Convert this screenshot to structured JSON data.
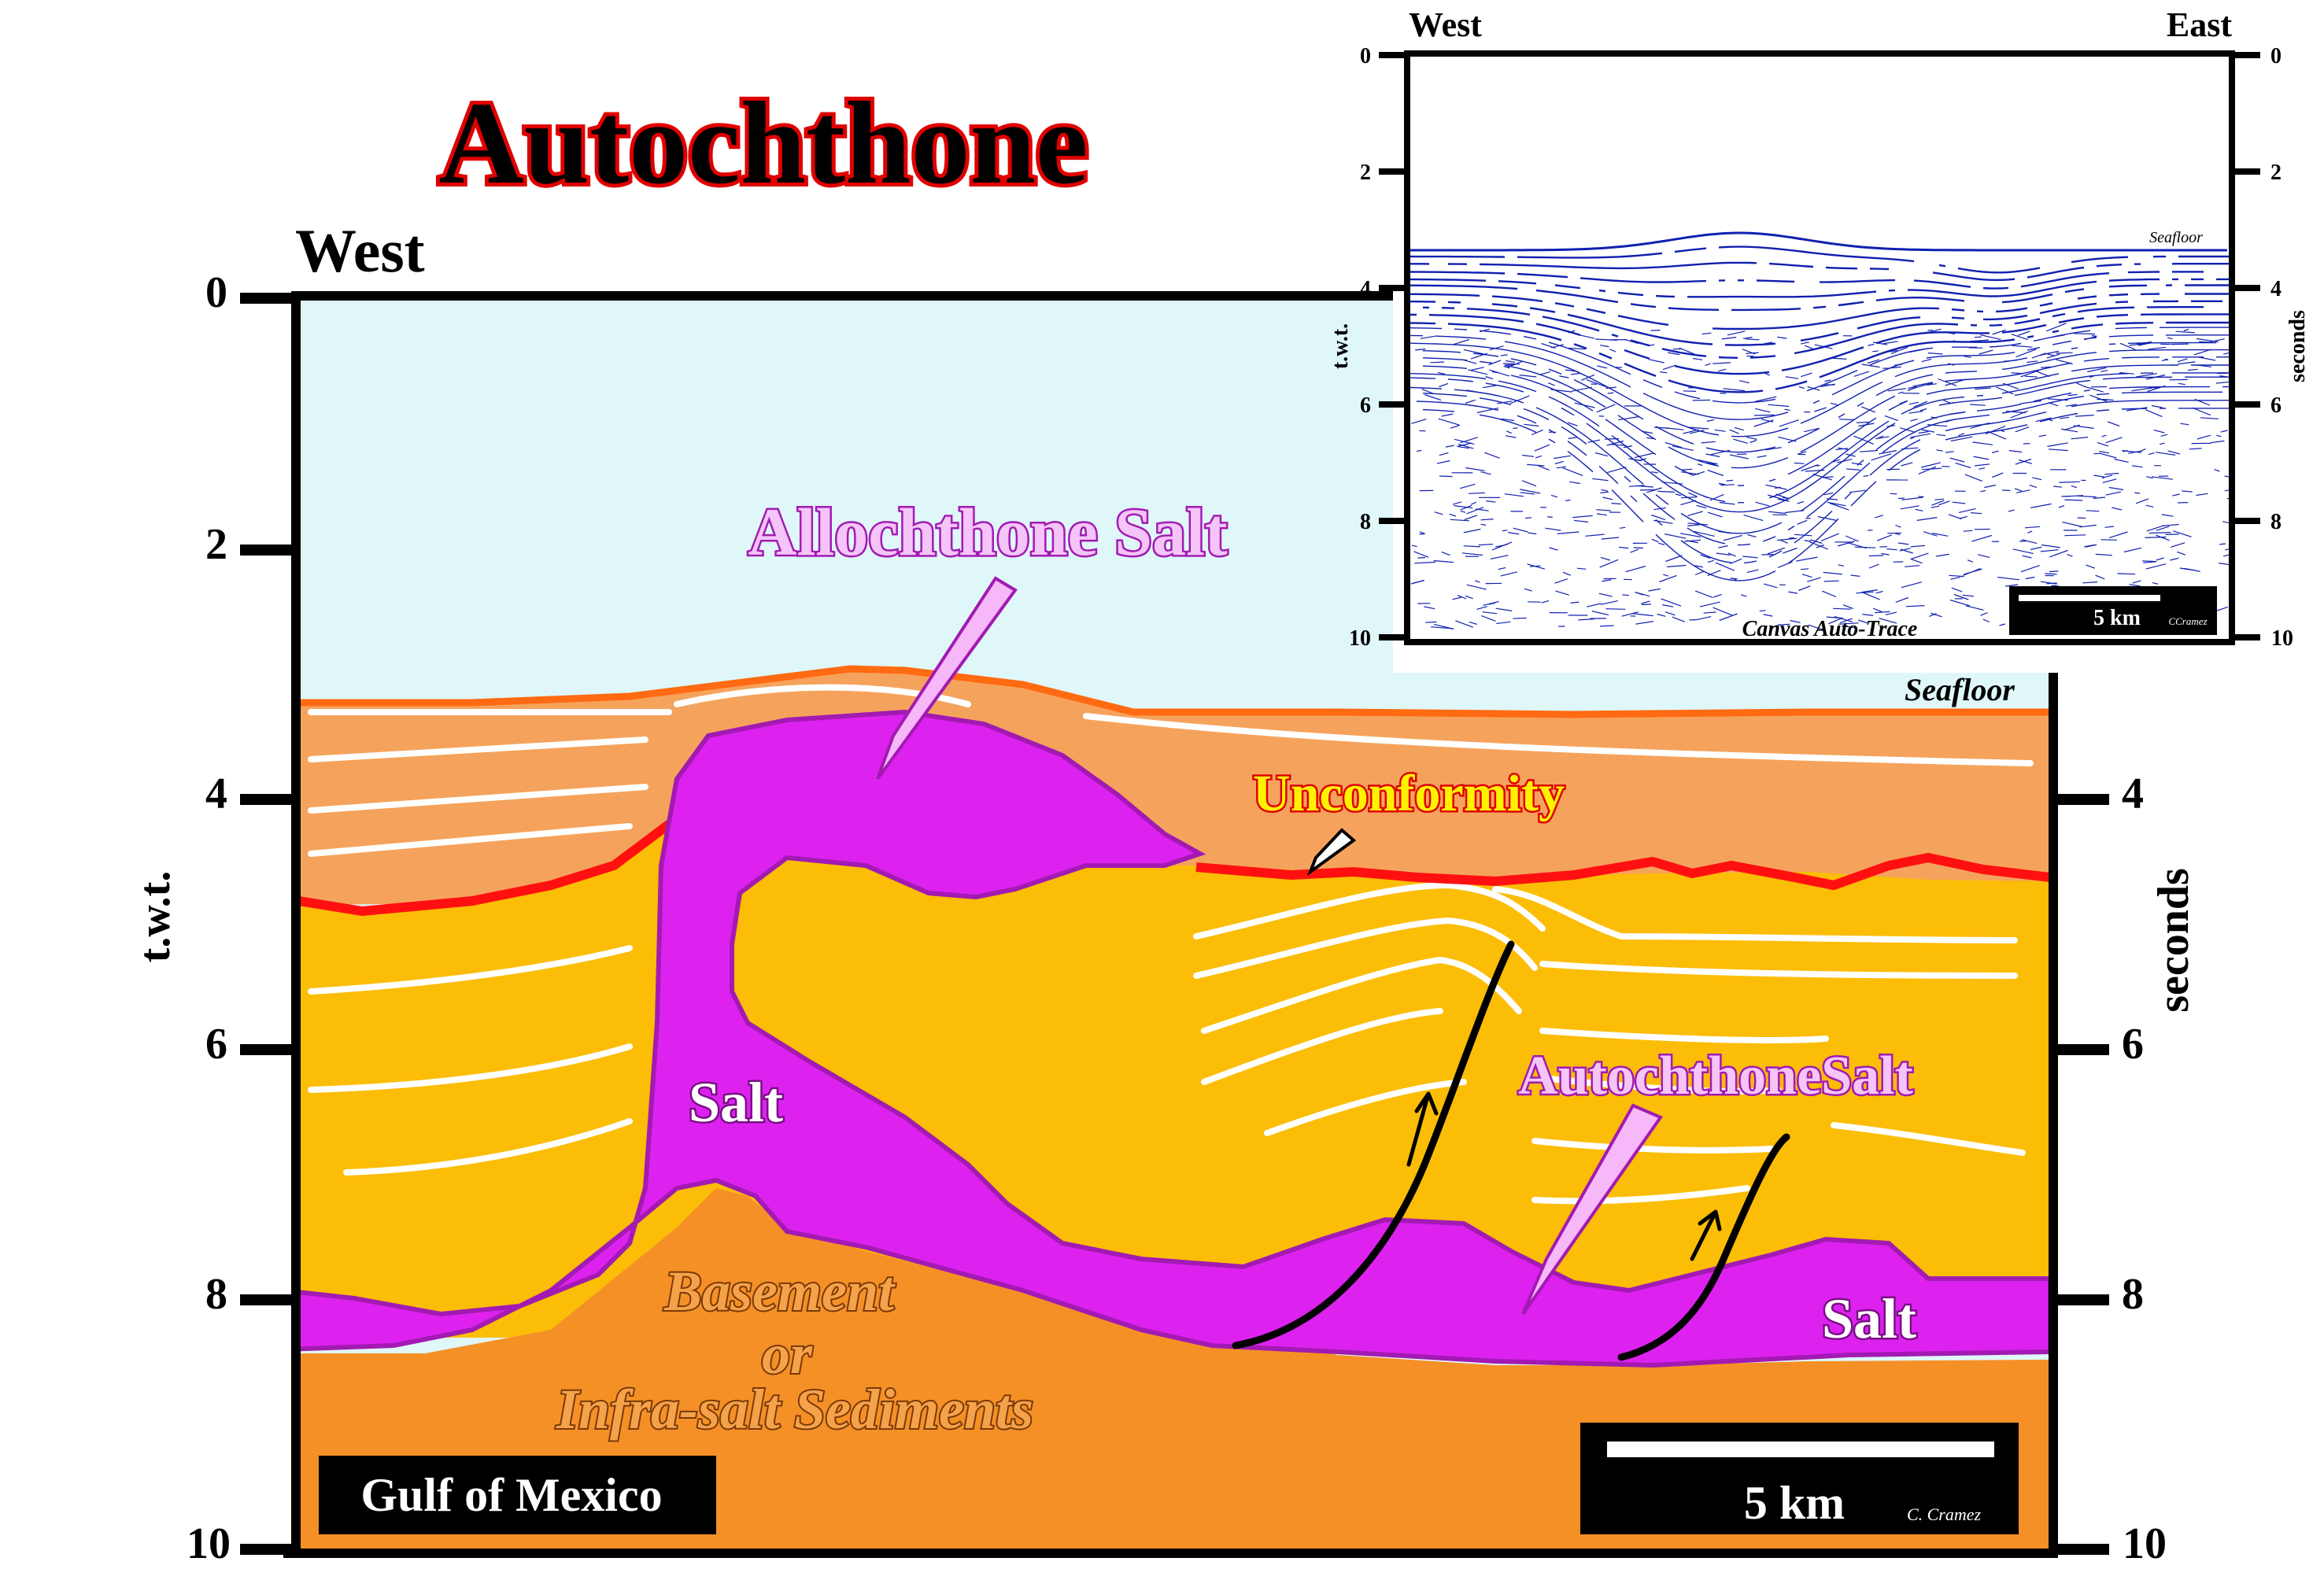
{
  "title": "Autochthone",
  "main_section": {
    "west_label": "West",
    "y_axis_left_label": "t.w.t.",
    "y_axis_right_label": "seconds",
    "ticks": [
      "0",
      "2",
      "4",
      "6",
      "8",
      "10"
    ],
    "right_ticks": [
      "4",
      "6",
      "8",
      "10"
    ],
    "labels": {
      "allochthone_salt": "Allochthone Salt",
      "unconformity": "Unconformity",
      "autochthone_salt": "AutochthoneSalt",
      "salt_left": "Salt",
      "salt_right": "Salt",
      "seafloor": "Seafloor",
      "basement_line1": "Basement",
      "basement_line2": "or",
      "basement_line3": "Infra-salt Sediments",
      "region": "Gulf of Mexico",
      "scale": "5 km",
      "credit": "C. Cramez"
    }
  },
  "inset": {
    "west_label": "West",
    "east_label": "East",
    "y_axis_left_label": "t.w.t.",
    "y_axis_right_label": "seconds",
    "ticks": [
      "0",
      "2",
      "4",
      "6",
      "8",
      "10"
    ],
    "seafloor_label": "Seafloor",
    "caption": "Canvas Auto-Trace",
    "scale": "5 km",
    "credit": "CCramez"
  },
  "colors": {
    "water": "#dff7f9",
    "upper_sediment": "#f5a35c",
    "sediment": "#fbbd06",
    "basement": "#f59027",
    "salt": "#dd22f0",
    "salt_edge": "#a21ab2",
    "unconformity": "#ff1010",
    "seafloor_line": "#ff6a12",
    "title_fill": "#c00000",
    "seismic": "#1020b0"
  }
}
